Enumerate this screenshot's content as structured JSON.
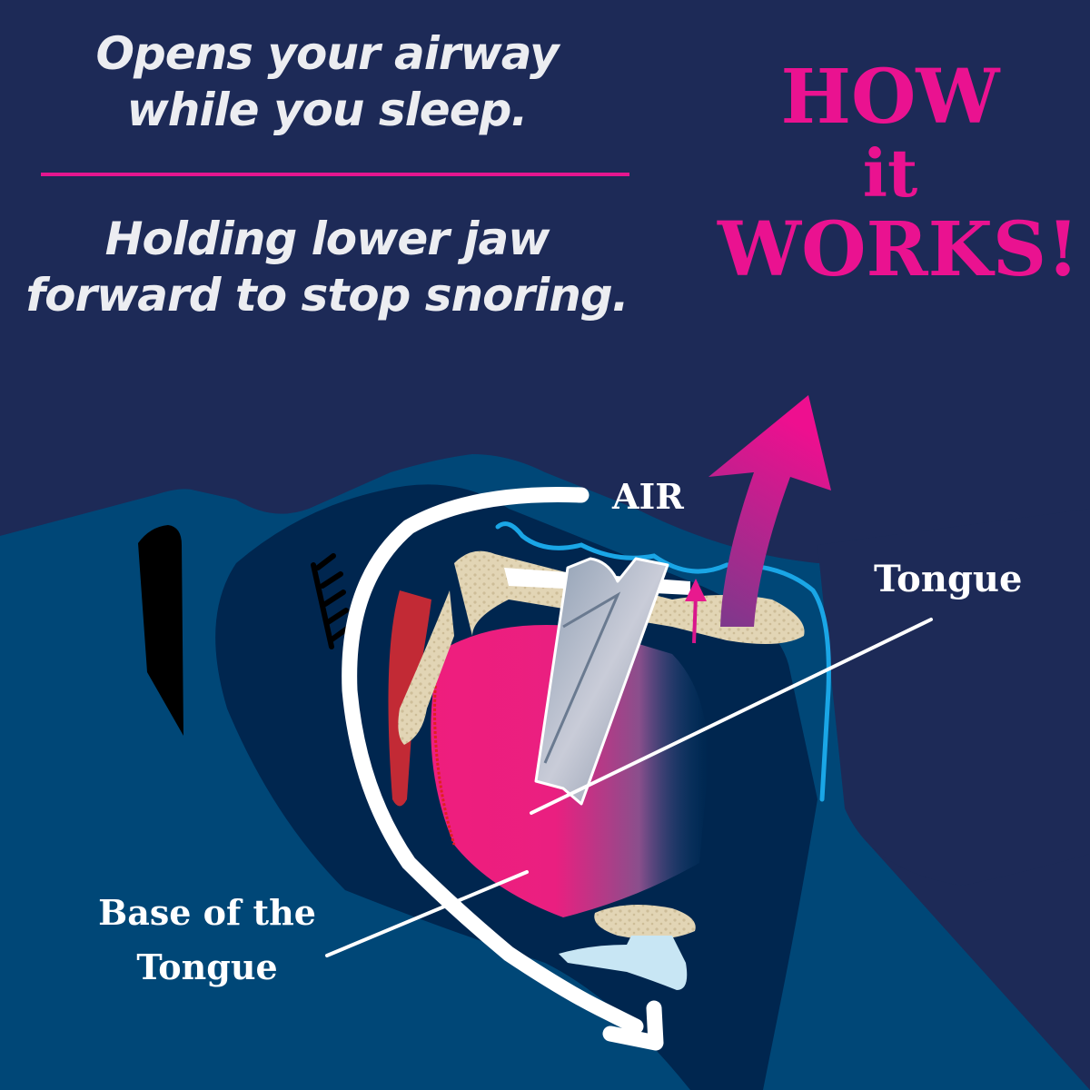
{
  "headline": {
    "line1": "Opens your airway while you sleep.",
    "line2": "Holding lower jaw forward to stop snoring."
  },
  "title": {
    "line1": "HOW",
    "line2": "it",
    "line3": "WORKS!"
  },
  "diagram": {
    "labels": {
      "air": "AIR",
      "tongue": "Tongue",
      "base_of_tongue": "Base of the Tongue"
    },
    "icons": [
      "airflow-arrow-icon",
      "upward-jaw-arrow-icon",
      "mouthguard-device-icon",
      "nose-icon",
      "eyelash-icon"
    ]
  },
  "colors": {
    "background": "#1d2a57",
    "head_blue": "#004777",
    "head_dark": "#00264f",
    "accent_pink": "#ea1290",
    "divider_pink": "#e4168f",
    "text_light": "#ecedf1",
    "bone": "#e2d5b5",
    "outline_cyan": "#1aa6e6",
    "lip_red": "#c22a35",
    "cartilage": "#c8e6f4"
  }
}
